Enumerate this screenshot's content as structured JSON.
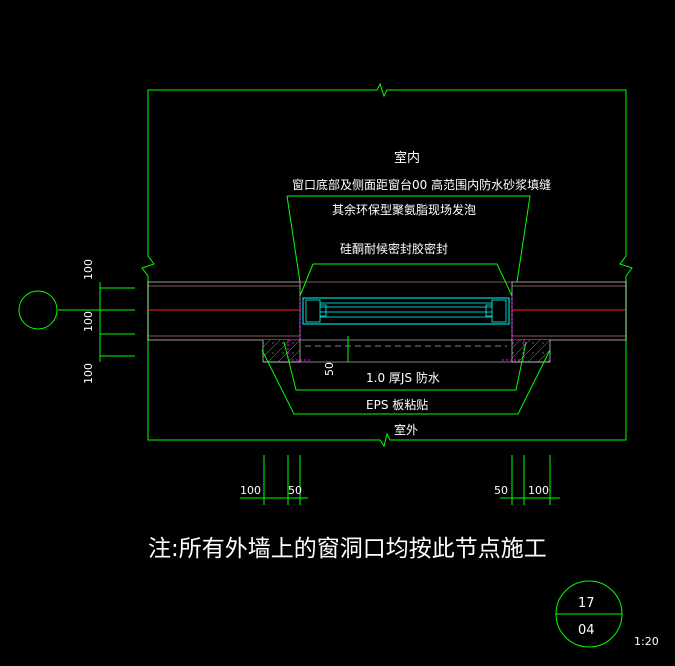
{
  "labels": {
    "interior": "室内",
    "gap_note": "窗口底部及侧面距窗台00  高范围内防水砂浆填缝",
    "foam_note": "其余环保型聚氨脂现场发泡",
    "sealant_note": "硅酮耐候密封胶密封",
    "js_note": "1.0 厚JS 防水",
    "eps_note": "EPS 板粘贴",
    "exterior": "室外",
    "main_note": "注:所有外墙上的窗洞口均按此节点施工"
  },
  "dimensions": {
    "left_top": "100",
    "left_mid": "100",
    "left_bottom": "100",
    "inner_50": "50",
    "bottom_left_100": "100",
    "bottom_left_50": "50",
    "bottom_right_50": "50",
    "bottom_right_100": "100"
  },
  "detail_ref": {
    "number": "17",
    "sheet": "04",
    "scale": "1:20"
  },
  "colors": {
    "background": "#000000",
    "line_green": "#00ff00",
    "wall_red": "#ff2020",
    "window_cyan": "#00ffff",
    "membrane_magenta": "#ff00ff",
    "text": "#ffffff"
  }
}
